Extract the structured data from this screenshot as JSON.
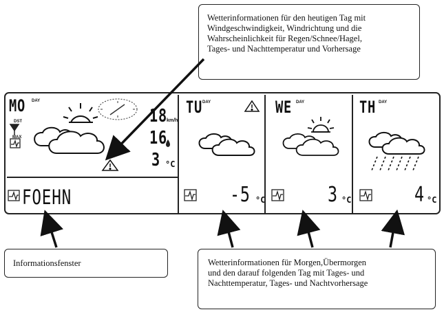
{
  "callouts": {
    "today_lines": [
      "Wetterinformationen für den heutigen Tag mit",
      "Windgeschwindigkeit, Windrichtung und die",
      "Wahrscheinlichkeit für Regen/Schnee/Hagel,",
      "Tages- und Nachttemperatur und Vorhersage"
    ],
    "info_window": "Informationsfenster",
    "forecast_lines": [
      "Wetterinformationen für Morgen,Übermorgen",
      "und den darauf folgenden Tag mit Tages- und",
      "Nachttemperatur, Tages- und Nachtvorhersage"
    ]
  },
  "display": {
    "today": {
      "day": "MO",
      "day_sup": "DAY",
      "dst": "DST",
      "max": "MAX",
      "wind_value": "18",
      "wind_unit": "km/h",
      "temp_value": "16",
      "night_temp": "3",
      "unit_c": "°C",
      "warning_icon": "warning-triangle-icon",
      "forecast_icon": "sun-behind-cloud-icon"
    },
    "info_text": "FOEHN",
    "forecast": [
      {
        "day": "TU",
        "day_sup": "DAY",
        "temp": "-5",
        "unit": "°C",
        "icon": "cloudy-icon",
        "warning": true
      },
      {
        "day": "WE",
        "day_sup": "DAY",
        "temp": "3",
        "unit": "°C",
        "icon": "sun-behind-cloud-icon",
        "warning": false
      },
      {
        "day": "TH",
        "day_sup": "DAY",
        "temp": "4",
        "unit": "°C",
        "icon": "rain-cloud-icon",
        "warning": false
      }
    ]
  }
}
